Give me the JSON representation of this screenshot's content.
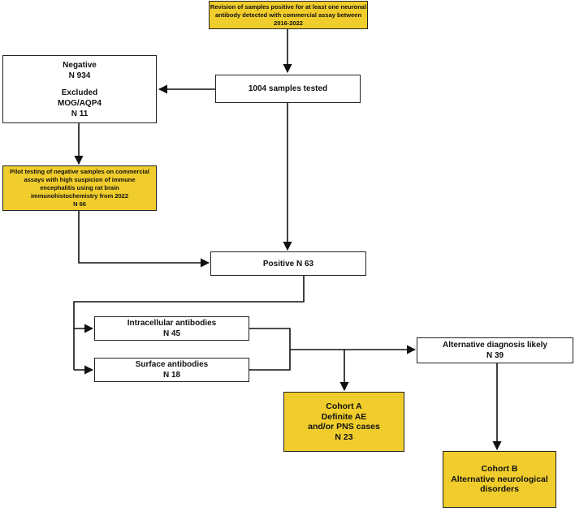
{
  "colors": {
    "highlight": "#f0cd2c",
    "border": "#222222",
    "background": "#ffffff"
  },
  "boxes": {
    "revision": {
      "lines": [
        "Revision of samples positive for at least one neuronal",
        "antibody detected with commercial assay between",
        "2016-2022"
      ]
    },
    "tested": {
      "lines": [
        "1004 samples tested"
      ]
    },
    "negative_excluded": {
      "lines": [
        "Negative",
        "N 934",
        "",
        "Excluded",
        "MOG/AQP4",
        "N 11"
      ]
    },
    "pilot": {
      "lines": [
        "Pilot testing of negative samples on commercial",
        "assays with high suspicion of immune",
        "encephalitis using rat brain",
        "immunohistochemistry from 2022",
        "N 66"
      ]
    },
    "positive": {
      "lines": [
        "Positive N 63"
      ]
    },
    "intracellular": {
      "lines": [
        "Intracellular antibodies",
        "N 45"
      ]
    },
    "surface": {
      "lines": [
        "Surface antibodies",
        "N 18"
      ]
    },
    "alternative": {
      "lines": [
        "Alternative diagnosis likely",
        "N 39"
      ]
    },
    "cohort_a": {
      "lines": [
        "Cohort A",
        "Definite AE",
        "and/or PNS cases",
        "N 23"
      ]
    },
    "cohort_b": {
      "lines": [
        "Cohort B",
        "Alternative neurological",
        "disorders"
      ]
    }
  }
}
